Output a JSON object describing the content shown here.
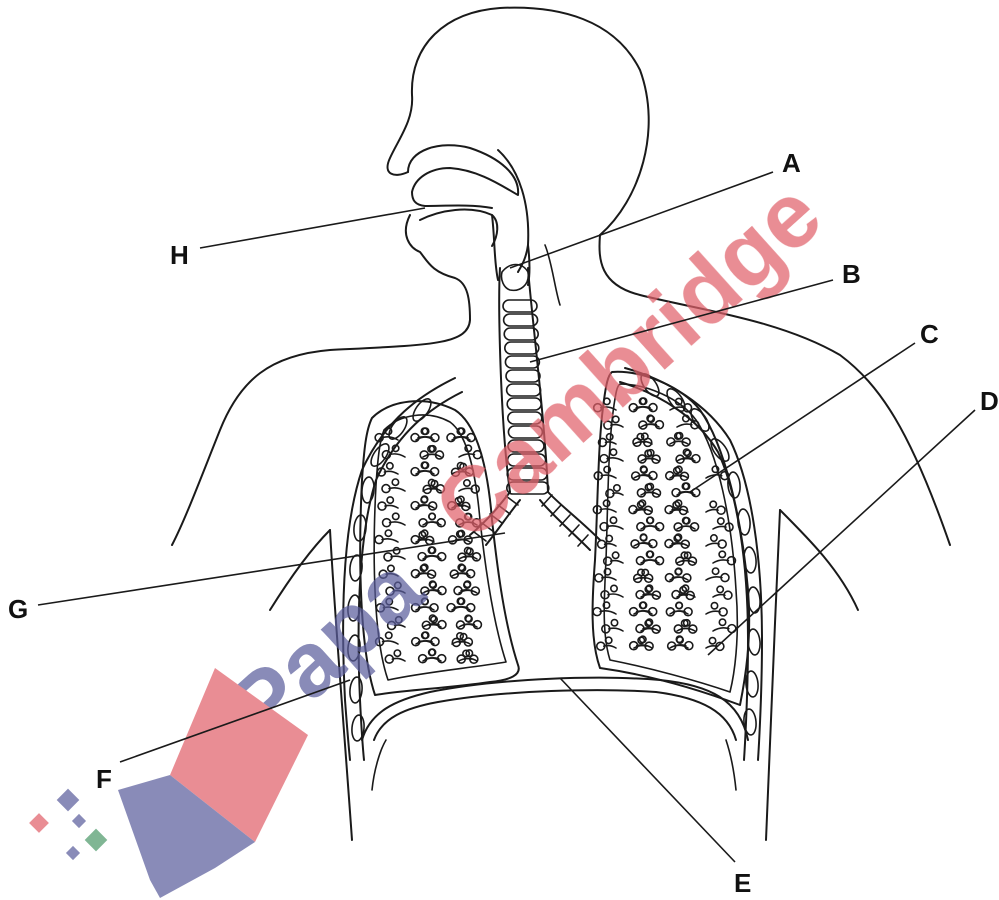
{
  "diagram": {
    "labels": [
      {
        "id": "A",
        "text": "A"
      },
      {
        "id": "B",
        "text": "B"
      },
      {
        "id": "C",
        "text": "C"
      },
      {
        "id": "D",
        "text": "D"
      },
      {
        "id": "E",
        "text": "E"
      },
      {
        "id": "F",
        "text": "F"
      },
      {
        "id": "G",
        "text": "G"
      },
      {
        "id": "H",
        "text": "H"
      }
    ]
  },
  "watermark": {
    "text_primary": "Cambridge",
    "text_secondary": "Papa",
    "color_primary": "#e0616a",
    "color_secondary": "#5b5e9c",
    "color_accent": "#4e9a6b"
  }
}
